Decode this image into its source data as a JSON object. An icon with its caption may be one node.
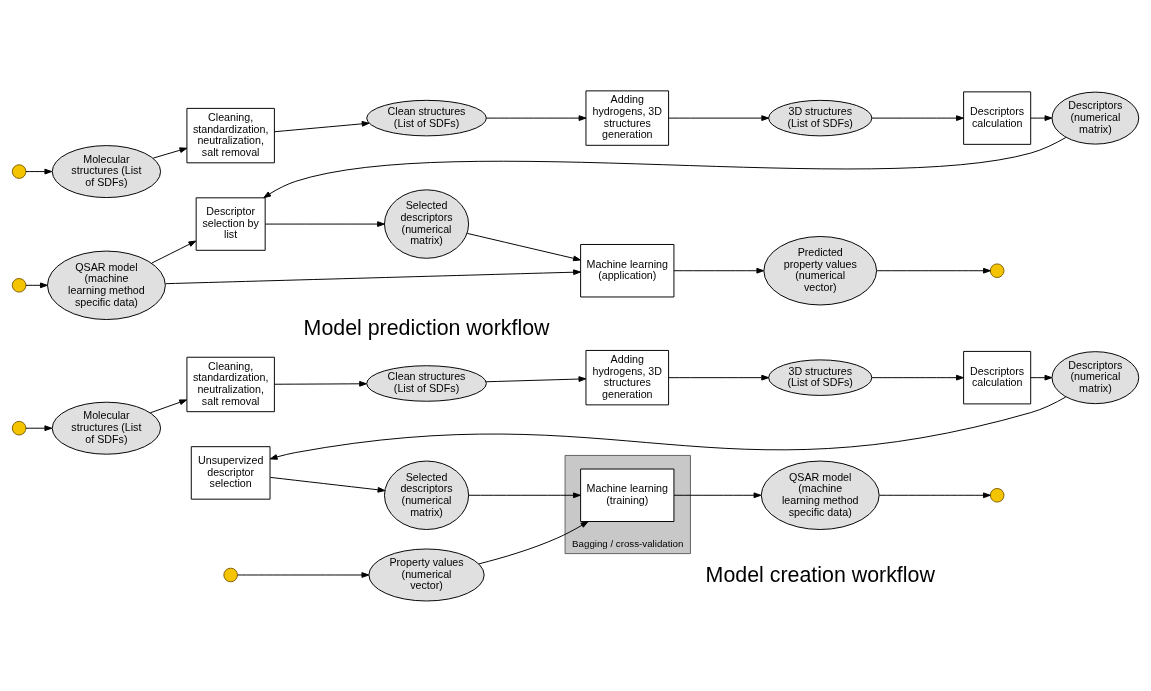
{
  "diagram": {
    "nodes": [
      {
        "text": [],
        "shape": "circle"
      },
      {
        "text": [
          "Molecular structures (List of SDFs)"
        ]
      },
      {
        "text": [
          "Cleaning, standardization, neutralization, salt removal"
        ]
      },
      {
        "text": [
          "Clean structures (List of SDFs)"
        ]
      },
      {
        "text": [
          "Adding hydrogens, 3D structures generation"
        ]
      },
      {
        "text": [
          "3D structures (List of SDFs)"
        ]
      },
      {
        "text": [
          "Descriptors calculation"
        ]
      },
      {
        "text": [
          "Descriptors (numerical matrix)"
        ]
      },
      {
        "text": [
          "Unsupervized descriptor selection"
        ]
      },
      {
        "text": [
          "Selected descriptors (numerical matrix)"
        ]
      },
      {
        "text": [
          "Bagging / cross-validation"
        ]
      },
      {
        "text": [
          "Machine learning (training)"
        ],
        "in": 10
      },
      {
        "text": [
          "QSAR model (machine learning method specific data)"
        ]
      },
      {
        "text": [],
        "shape": "circle"
      },
      {
        "text": [],
        "shape": "circle"
      },
      {
        "text": [
          "Property values (numerical vector)"
        ]
      },
      {
        "text": [],
        "shape": "circle"
      },
      {
        "text": [
          "Molecular structures (List of SDFs)"
        ]
      },
      {
        "text": [
          "Cleaning, standardization, neutralization, salt removal"
        ]
      },
      {
        "text": [
          "Clean structures (List of SDFs)"
        ]
      },
      {
        "text": [
          "Adding hydrogens, 3D structures generation"
        ]
      },
      {
        "text": [
          "3D structures (List of SDFs)"
        ]
      },
      {
        "text": [
          "Descriptors calculation"
        ]
      },
      {
        "text": [
          "Descriptors (numerical matrix)"
        ]
      },
      {
        "text": [
          "Descriptor selection by list"
        ]
      },
      {
        "text": [
          "Selected descriptors (numerical matrix)"
        ]
      },
      {
        "text": [
          "Machine learning (application)"
        ]
      },
      {
        "text": [
          "Predicted property values (numerical vector)"
        ]
      },
      {
        "text": [],
        "shape": "circle"
      },
      {
        "text": [],
        "shape": "circle"
      },
      {
        "text": [
          "QSAR model (machine learning method specific data)"
        ]
      }
    ],
    "edges": [
      {
        "from": 0,
        "to": 1,
        "arrow": "to"
      },
      {
        "from": 1,
        "to": 2,
        "arrow": "to"
      },
      {
        "from": 2,
        "to": 3,
        "arrow": "to"
      },
      {
        "from": 3,
        "to": 4,
        "arrow": "to"
      },
      {
        "from": 4,
        "to": 5,
        "arrow": "to"
      },
      {
        "from": 5,
        "to": 6,
        "arrow": "to"
      },
      {
        "from": 6,
        "to": 7,
        "arrow": "to"
      },
      {
        "from": 7,
        "to": 8,
        "arrow": "to"
      },
      {
        "from": 8,
        "to": 9,
        "arrow": "to"
      },
      {
        "from": 9,
        "to": 11,
        "arrow": "to"
      },
      {
        "from": 11,
        "to": 12,
        "arrow": "to"
      },
      {
        "from": 12,
        "to": 13,
        "arrow": "to"
      },
      {
        "from": 14,
        "to": 15,
        "arrow": "to"
      },
      {
        "from": 15,
        "to": 11,
        "arrow": "to"
      },
      {
        "from": 16,
        "to": 17,
        "arrow": "to"
      },
      {
        "from": 17,
        "to": 18,
        "arrow": "to"
      },
      {
        "from": 18,
        "to": 19,
        "arrow": "to"
      },
      {
        "from": 19,
        "to": 20,
        "arrow": "to"
      },
      {
        "from": 20,
        "to": 21,
        "arrow": "to"
      },
      {
        "from": 21,
        "to": 22,
        "arrow": "to"
      },
      {
        "from": 22,
        "to": 23,
        "arrow": "to"
      },
      {
        "from": 23,
        "to": 24,
        "arrow": "to"
      },
      {
        "from": 24,
        "to": 25,
        "arrow": "to"
      },
      {
        "from": 25,
        "to": 26,
        "arrow": "to"
      },
      {
        "from": 26,
        "to": 27,
        "arrow": "to"
      },
      {
        "from": 27,
        "to": 28,
        "arrow": "to"
      },
      {
        "from": 29,
        "to": 30,
        "arrow": "to"
      },
      {
        "from": 30,
        "to": 24,
        "arrow": "to"
      },
      {
        "from": 30,
        "to": 26,
        "arrow": "to"
      }
    ],
    "labels": [
      "Model creation workflow",
      "Model prediction workflow"
    ]
  }
}
